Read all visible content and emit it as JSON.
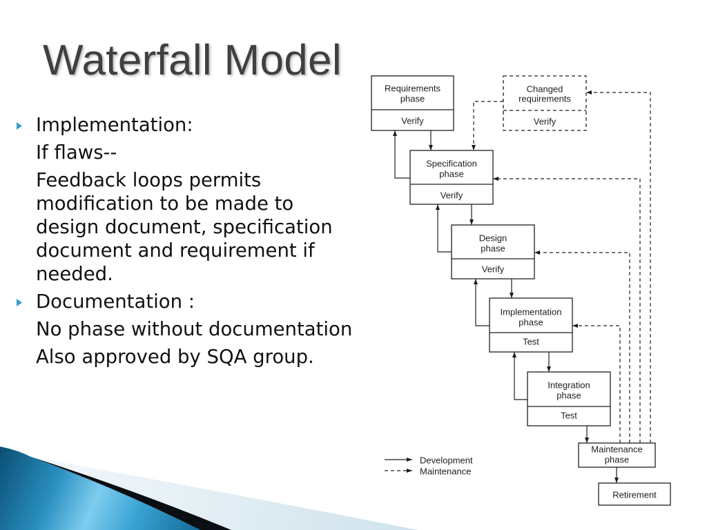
{
  "slide": {
    "title": "Waterfall Model",
    "bullets": [
      {
        "heading": "Implementation:",
        "paragraphs": [
          {
            "lines": [
              "If flaws--"
            ]
          },
          {
            "lines": [
              "Feedback loops permits",
              "modification to be made to",
              "design document, specification",
              "document and requirement if",
              "needed."
            ]
          }
        ]
      },
      {
        "heading": "Documentation :",
        "paragraphs": [
          {
            "lines": [
              "No phase without documentation"
            ]
          },
          {
            "lines": [
              "Also approved by SQA group."
            ]
          }
        ]
      }
    ]
  },
  "diagram": {
    "phases": {
      "requirements": {
        "label_lines": [
          "Requirements",
          "phase"
        ],
        "check": "Verify"
      },
      "changed_requirements": {
        "label_lines": [
          "Changed",
          "requirements"
        ],
        "check": "Verify"
      },
      "specification": {
        "label_lines": [
          "Specification",
          "phase"
        ],
        "check": "Verify"
      },
      "design": {
        "label_lines": [
          "Design",
          "phase"
        ],
        "check": "Verify"
      },
      "implementation": {
        "label_lines": [
          "Implementation",
          "phase"
        ],
        "check": "Test"
      },
      "integration": {
        "label_lines": [
          "Integration",
          "phase"
        ],
        "check": "Test"
      },
      "maintenance": {
        "label_lines": [
          "Maintenance",
          "phase"
        ]
      },
      "retirement": {
        "label_lines": [
          "Retirement"
        ]
      }
    },
    "legend": [
      {
        "label": "Development"
      },
      {
        "label": "Maintenance"
      }
    ]
  },
  "colors": {
    "title": "#404040",
    "bullet": "#3a9bc9",
    "text": "#111111",
    "diagram_ink": "#1e1e1e"
  }
}
